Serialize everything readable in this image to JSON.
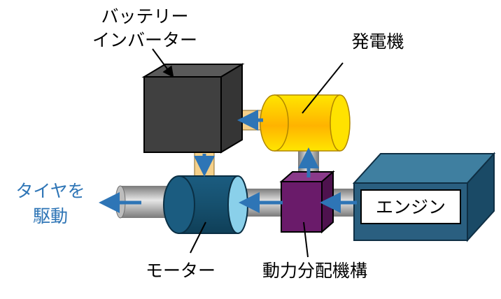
{
  "labels": {
    "battery_line1": "バッテリー",
    "battery_line2": "インバーター",
    "generator": "発電機",
    "tire_line1": "タイヤを",
    "tire_line2": "駆動",
    "motor": "モーター",
    "power_split": "動力分配機構",
    "engine": "エンジン"
  },
  "colors": {
    "inverter": "#404040",
    "generator": "#FFD700",
    "motor": "#1F5C7A",
    "power_split": "#6A1B6A",
    "engine": "#2A5F80",
    "flow_arrow": "#2E75B6",
    "connector": "#F5D08A",
    "shaft": "#B0B0B0"
  }
}
